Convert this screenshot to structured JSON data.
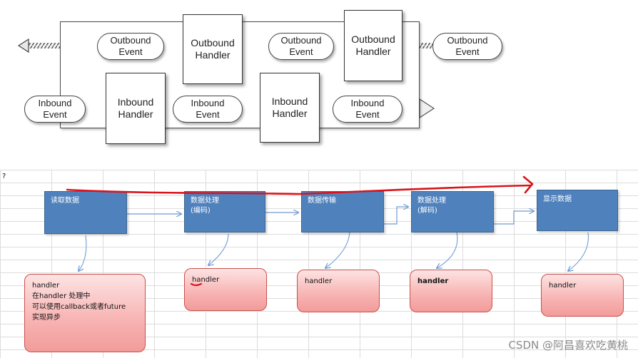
{
  "top_diagram": {
    "outbound_events": [
      "Outbound\nEvent",
      "Outbound\nEvent",
      "Outbound\nEvent"
    ],
    "outbound_handlers": [
      "Outbound\nHandler",
      "Outbound\nHandler"
    ],
    "inbound_events": [
      "Inbound\nEvent",
      "Inbound\nEvent",
      "Inbound\nEvent"
    ],
    "inbound_handlers": [
      "Inbound\nHandler",
      "Inbound\nHandler"
    ]
  },
  "flow": {
    "corner_mark": "?",
    "steps": [
      {
        "line1": "读取数据",
        "line2": ""
      },
      {
        "line1": "数据处理",
        "line2": "(编码)"
      },
      {
        "line1": "数据传输",
        "line2": ""
      },
      {
        "line1": "数据处理",
        "line2": "(解码)"
      },
      {
        "line1": "显示数据",
        "line2": ""
      }
    ],
    "handlers": [
      {
        "lines": [
          "handler",
          "在handler 处理中",
          "可以使用callback或者future",
          "实现异步"
        ]
      },
      {
        "lines": [
          "handler"
        ]
      },
      {
        "lines": [
          "handler"
        ]
      },
      {
        "lines": [
          "handler"
        ]
      },
      {
        "lines": [
          "handler"
        ]
      }
    ]
  },
  "colors": {
    "blue": "#4f81bd",
    "connector": "#6f9bd1",
    "red_annotation": "#d8141c",
    "pink": "#f7b3b2"
  },
  "watermark": "CSDN @阿昌喜欢吃黄桃"
}
